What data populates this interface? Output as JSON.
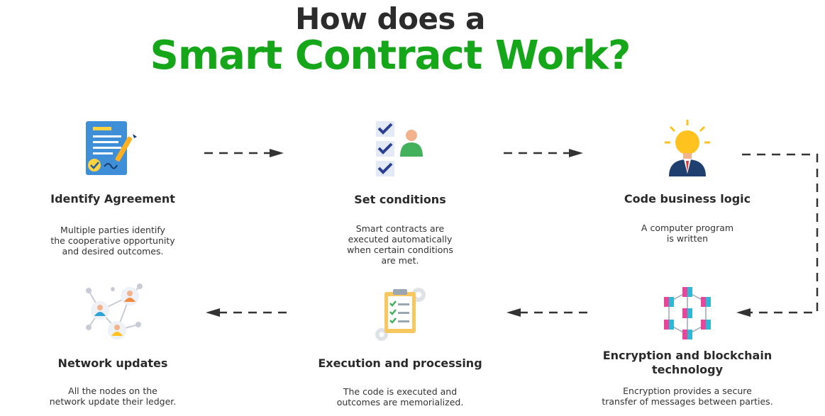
{
  "title": {
    "line1": "How does a",
    "line2": "Smart Contract Work?"
  },
  "steps": [
    {
      "title": "Identify Agreement",
      "description": "Multiple parties identify\nthe cooperative opportunity\nand desired outcomes.",
      "icon": "agreement-document-icon"
    },
    {
      "title": "Set conditions",
      "description": "Smart contracts are\nexecuted automatically\nwhen certain conditions\nare met.",
      "icon": "checklist-person-icon"
    },
    {
      "title": "Code business logic",
      "description": "A computer program\nis written",
      "icon": "lightbulb-person-icon"
    },
    {
      "title": "Encryption and blockchain\ntechnology",
      "description": "Encryption provides a secure\ntransfer of messages between parties.",
      "icon": "blockchain-cubes-icon"
    },
    {
      "title": "Execution and processing",
      "description": "The code is executed and\noutcomes are memorialized.",
      "icon": "clipboard-gears-icon"
    },
    {
      "title": "Network updates",
      "description": "All the nodes on the\nnetwork update their ledger.",
      "icon": "network-nodes-icon"
    }
  ],
  "colors": {
    "title_dark": "#2b2b2b",
    "title_green": "#15a619",
    "arrow": "#333333"
  }
}
